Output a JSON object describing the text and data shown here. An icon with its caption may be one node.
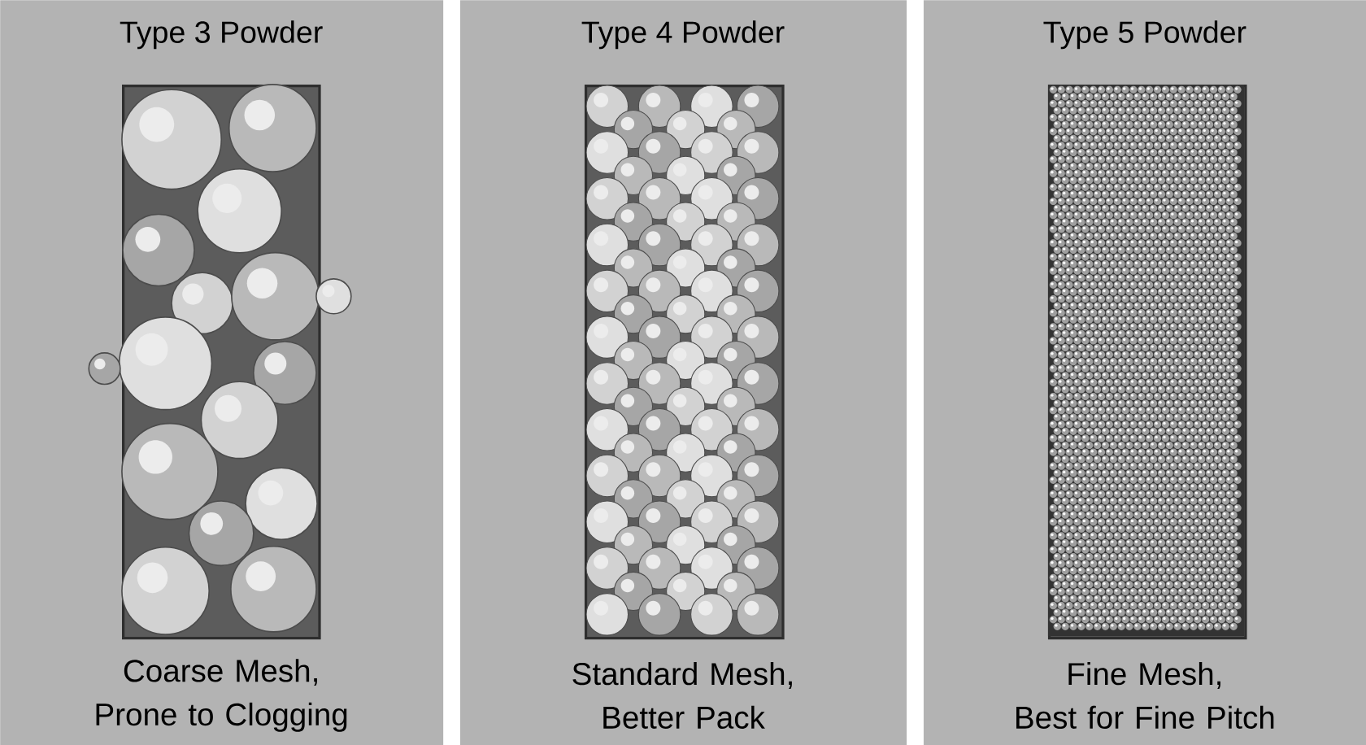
{
  "diagram": {
    "nodes": [
      {
        "text": [
          "Type 3 Powder",
          "Coarse Mesh, Prone to Clogging"
        ]
      },
      {
        "text": [],
        "shape": "picture",
        "in": 0
      },
      {
        "text": [
          "Type 4 Powder",
          "Standard Mesh, Better Pack"
        ]
      },
      {
        "text": [],
        "shape": "picture",
        "in": 2
      },
      {
        "text": [
          "Type 5 Powder",
          "Fine Mesh, Best for Fine Pitch"
        ]
      },
      {
        "text": [],
        "shape": "picture",
        "in": 4
      }
    ]
  }
}
